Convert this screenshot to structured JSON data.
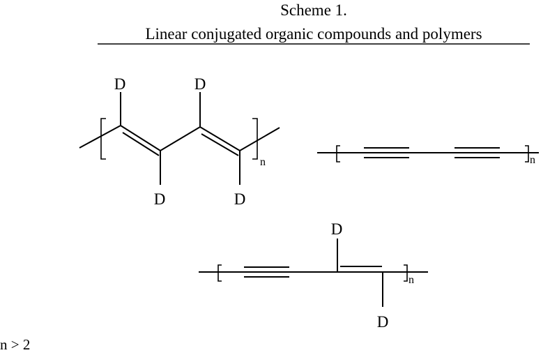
{
  "scheme": {
    "title": "Scheme 1.",
    "subtitle": "Linear conjugated organic compounds and polymers"
  },
  "structure1": {
    "substituent_top_left": "D",
    "substituent_top_right": "D",
    "substituent_bottom_left": "D",
    "substituent_bottom_right": "D",
    "repeat_subscript": "n"
  },
  "structure2": {
    "repeat_subscript": "n"
  },
  "structure3": {
    "substituent_top": "D",
    "substituent_bottom": "D",
    "repeat_subscript": "n"
  },
  "note": "n > 2"
}
